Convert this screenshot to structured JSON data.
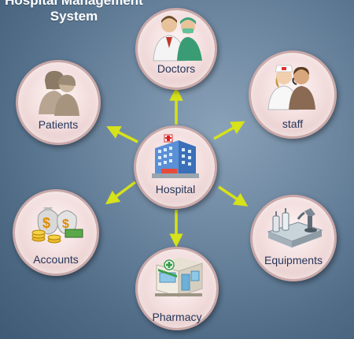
{
  "title": {
    "line1": "Hospital Management",
    "line2": "System"
  },
  "center": {
    "label": "Hospital",
    "icon": "hospital-building-icon"
  },
  "nodes": [
    {
      "id": "doctors",
      "label": "Doctors",
      "icon": "doctors-icon"
    },
    {
      "id": "staff",
      "label": "staff",
      "icon": "nurse-staff-icon"
    },
    {
      "id": "patients",
      "label": "Patients",
      "icon": "patients-icon"
    },
    {
      "id": "accounts",
      "label": "Accounts",
      "icon": "money-bags-icon"
    },
    {
      "id": "pharmacy",
      "label": "Pharmacy",
      "icon": "pharmacy-store-icon"
    },
    {
      "id": "equipments",
      "label": "Equipments",
      "icon": "lab-equipment-icon"
    }
  ],
  "colors": {
    "arrow": "#d6e21a",
    "label_text": "#24365a",
    "title_text": "#ffffff"
  }
}
